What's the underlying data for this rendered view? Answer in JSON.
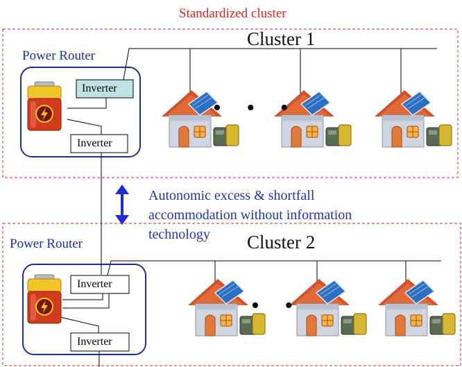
{
  "title": "Standardized cluster",
  "clusters": [
    {
      "name": "Cluster 1",
      "router_label": "Power Router",
      "inverters": [
        "Inverter",
        "Inverter"
      ]
    },
    {
      "name": "Cluster 2",
      "router_label": "Power Router",
      "inverters": [
        "Inverter",
        "Inverter"
      ]
    }
  ],
  "annotation": "Autonomic excess & shortfall\naccommodation without information\ntechnology",
  "ellipsis": "• • •",
  "ellipsis_2": "• •",
  "colors": {
    "cluster_border": "#e0201b",
    "router_border": "#1f2d9c",
    "arrow": "#1e2bd6",
    "highlight_inverter": "#bfe3e3",
    "roof": "#c8502a",
    "solar_panel": "#2e6fc0",
    "battery_body": "#d23a1e",
    "battery_top": "#f2c62a"
  },
  "icons": [
    "house-icon",
    "solar-panel-icon",
    "battery-icon",
    "lightning-icon",
    "double-arrow-icon"
  ]
}
